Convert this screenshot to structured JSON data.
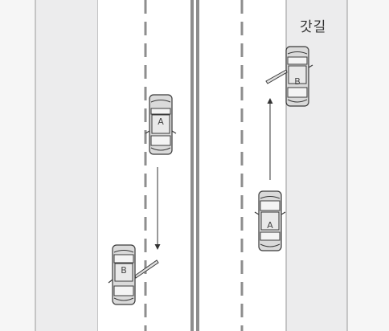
{
  "shoulder_label": "갓길",
  "cars": [
    {
      "id": "left-A",
      "letter": "A"
    },
    {
      "id": "left-B",
      "letter": "B"
    },
    {
      "id": "right-B",
      "letter": "B"
    },
    {
      "id": "right-A",
      "letter": "A"
    }
  ],
  "colors": {
    "shoulder": "#ececed",
    "road": "#ffffff",
    "edge_line": "#9a9a9a",
    "lane_dash": "#8e8e8e",
    "center_line": "#8e8e8e",
    "car_body": "#dadada",
    "car_outline": "#3a3a3a"
  }
}
